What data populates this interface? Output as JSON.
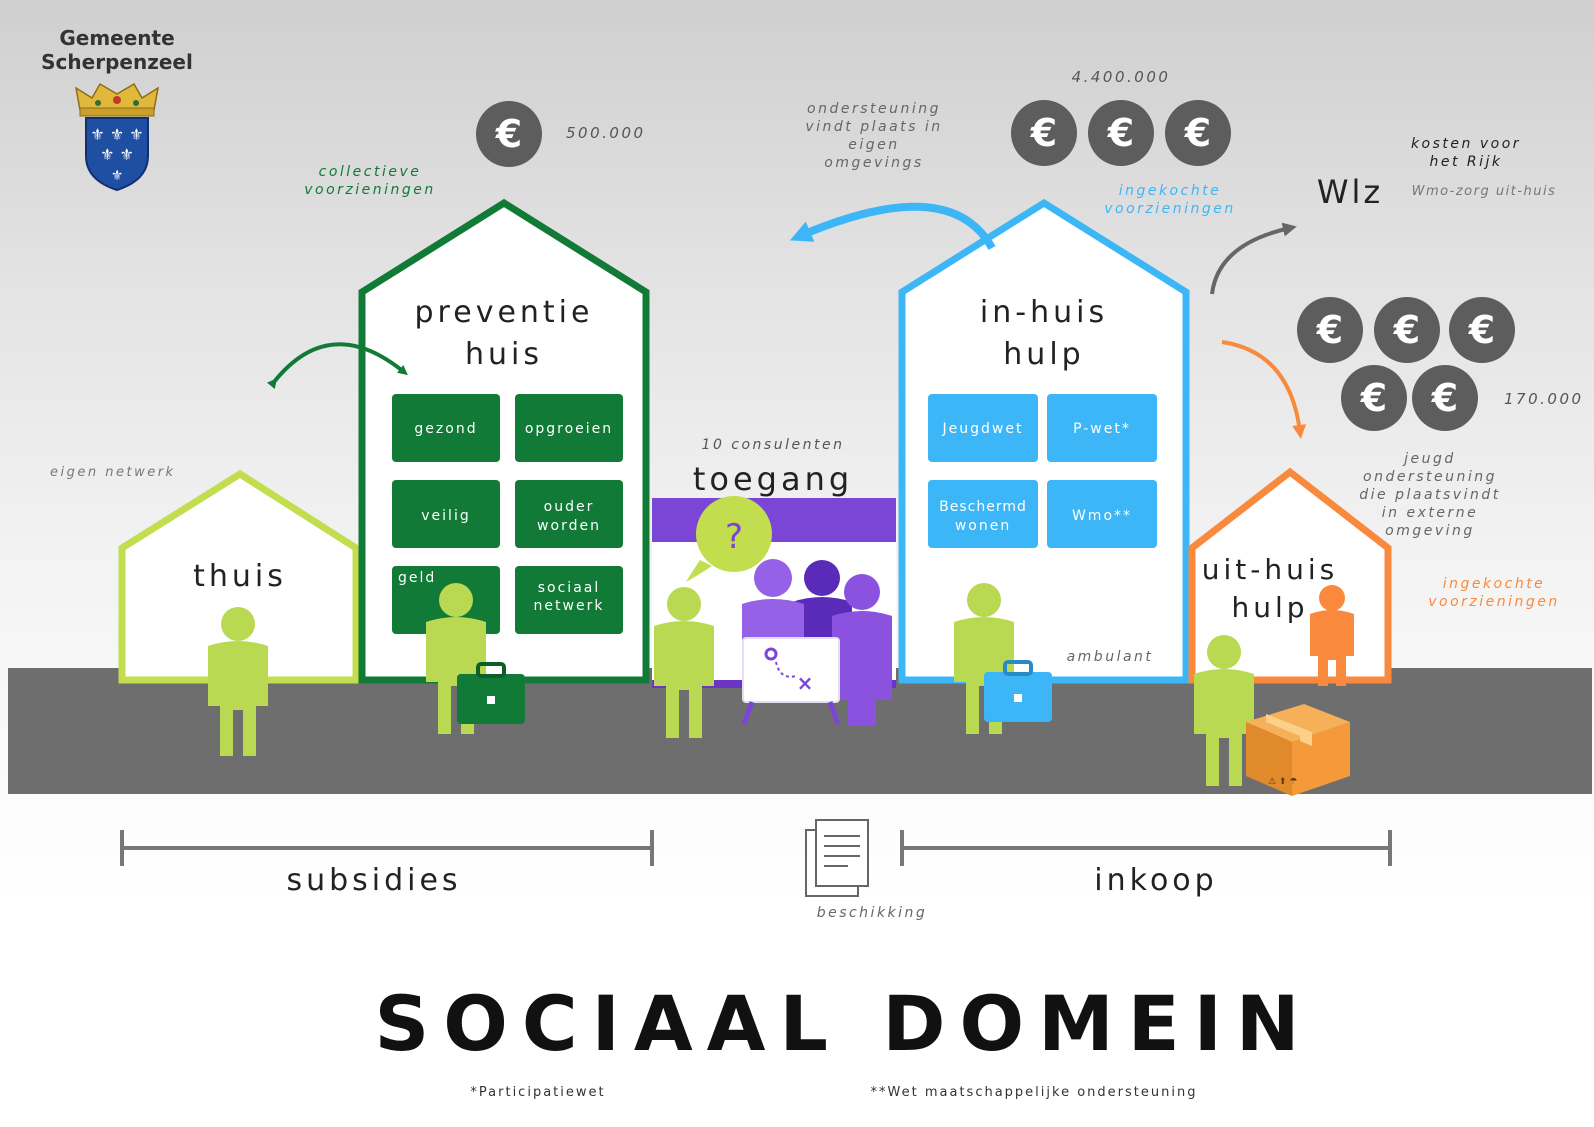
{
  "logo": {
    "line1": "Gemeente",
    "line2": "Scherpenzeel"
  },
  "euro_symbol": "€",
  "amounts": {
    "preventie": "500.000",
    "in_huis": "4.400.000",
    "uit_huis": "170.000"
  },
  "labels": {
    "collectieve_1": "collectieve",
    "collectieve_2": "voorzieningen",
    "eigen_netwerk": "eigen netwerk",
    "ondersteuning_1": "ondersteuning",
    "ondersteuning_2": "vindt plaats in",
    "ondersteuning_3": "eigen",
    "ondersteuning_4": "omgevings",
    "ingekochte_1": "ingekochte",
    "ingekochte_2": "voorzieningen",
    "kosten_1": "kosten voor",
    "kosten_2": "het Rijk",
    "wlz": "Wlz",
    "wmo_zorg": "Wmo-zorg uit-huis",
    "consulenten": "10 consulenten",
    "jeugd_1": "jeugd",
    "jeugd_2": "ondersteuning",
    "jeugd_3": "die plaatsvindt",
    "jeugd_4": "in externe",
    "jeugd_5": "omgeving",
    "ingekochte_orange_1": "ingekochte",
    "ingekochte_orange_2": "voorzieningen",
    "ambulant": "ambulant",
    "question": "?"
  },
  "houses": {
    "thuis": "thuis",
    "preventie_1": "preventie",
    "preventie_2": "huis",
    "toegang": "toegang",
    "inhuis_1": "in-huis",
    "inhuis_2": "hulp",
    "uithuis_1": "uit-huis",
    "uithuis_2": "hulp"
  },
  "preventie_boxes": {
    "gezond": "gezond",
    "opgroeien": "opgroeien",
    "veilig": "veilig",
    "ouder_1": "ouder",
    "ouder_2": "worden",
    "geld": "geld",
    "sociaal_1": "sociaal",
    "sociaal_2": "netwerk"
  },
  "inhuis_boxes": {
    "jeugdwet": "Jeugdwet",
    "pwet": "P-wet*",
    "beschermd_1": "Beschermd",
    "beschermd_2": "wonen",
    "wmo": "Wmo**"
  },
  "bottom": {
    "subsidies": "subsidies",
    "inkoop": "inkoop",
    "beschikking": "beschikking",
    "title": "SOCIAAL DOMEIN",
    "footnote1": "*Participatiewet",
    "footnote2": "**Wet maatschappelijke ondersteuning"
  },
  "colors": {
    "light_green": "#c2dd4d",
    "dark_green": "#117a37",
    "blue": "#3db6f7",
    "orange": "#f98a3d",
    "purple": "#7b46d6",
    "road": "#6e6e6e",
    "euro_coin": "#5d5d5d",
    "person": "#b9d952"
  }
}
